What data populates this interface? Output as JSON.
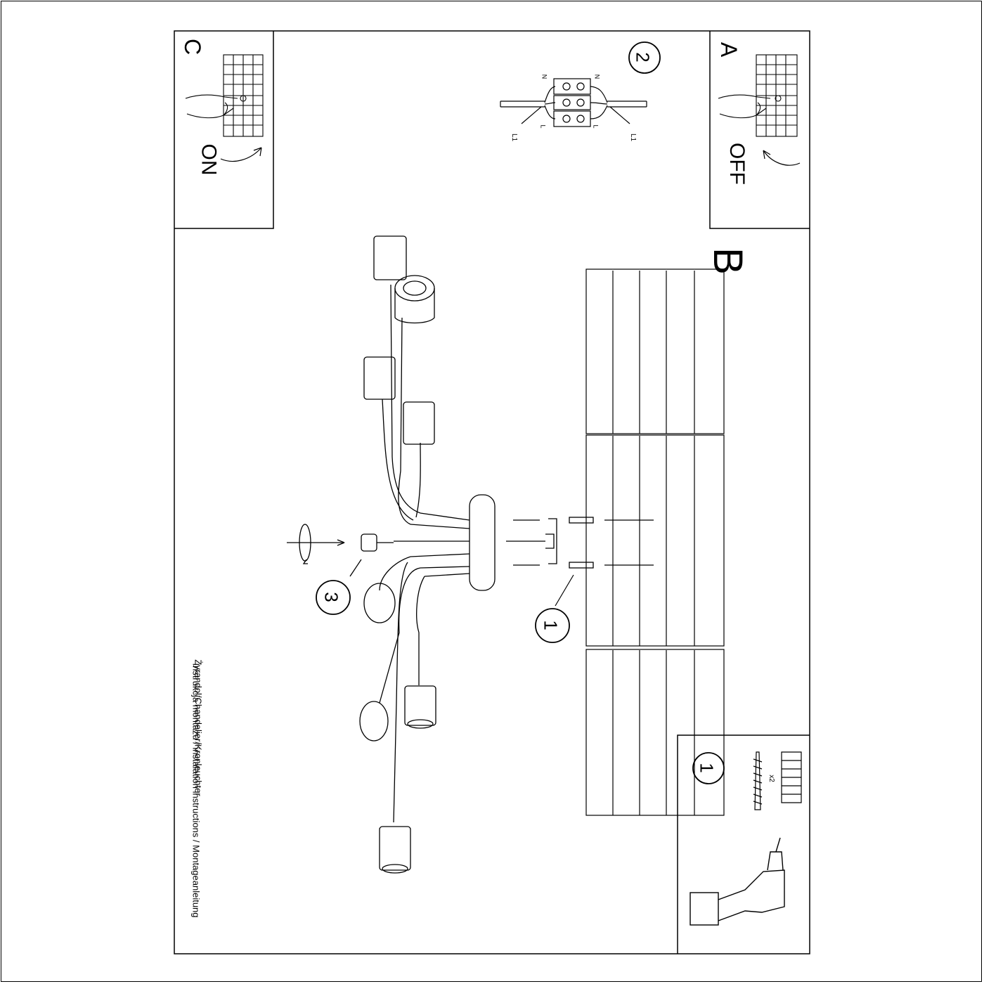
{
  "panels": {
    "a": {
      "letter": "A",
      "state": "OFF"
    },
    "b": {
      "letter": "B"
    },
    "c": {
      "letter": "C",
      "state": "ON"
    }
  },
  "steps": {
    "one": "1",
    "two": "2",
    "three": "3"
  },
  "wiring": {
    "neutral": "N",
    "live": "L1",
    "ground": "L"
  },
  "parts": {
    "quantity": "x2"
  },
  "title": {
    "line1": "Instrukcja montażu / instalation instructions / Montageanleitung",
    "line2": "Żyrandol/Chandelier/Kronleuchter"
  },
  "icons": [
    "breaker-panel-icon",
    "hand-icon",
    "curved-arrow-icon",
    "terminal-block-icon",
    "screw-icon",
    "wall-plug-icon",
    "drill-icon",
    "ceiling-canopy-icon",
    "lamp-shade-icon",
    "mounting-bracket-icon",
    "rotation-arrow-icon"
  ]
}
